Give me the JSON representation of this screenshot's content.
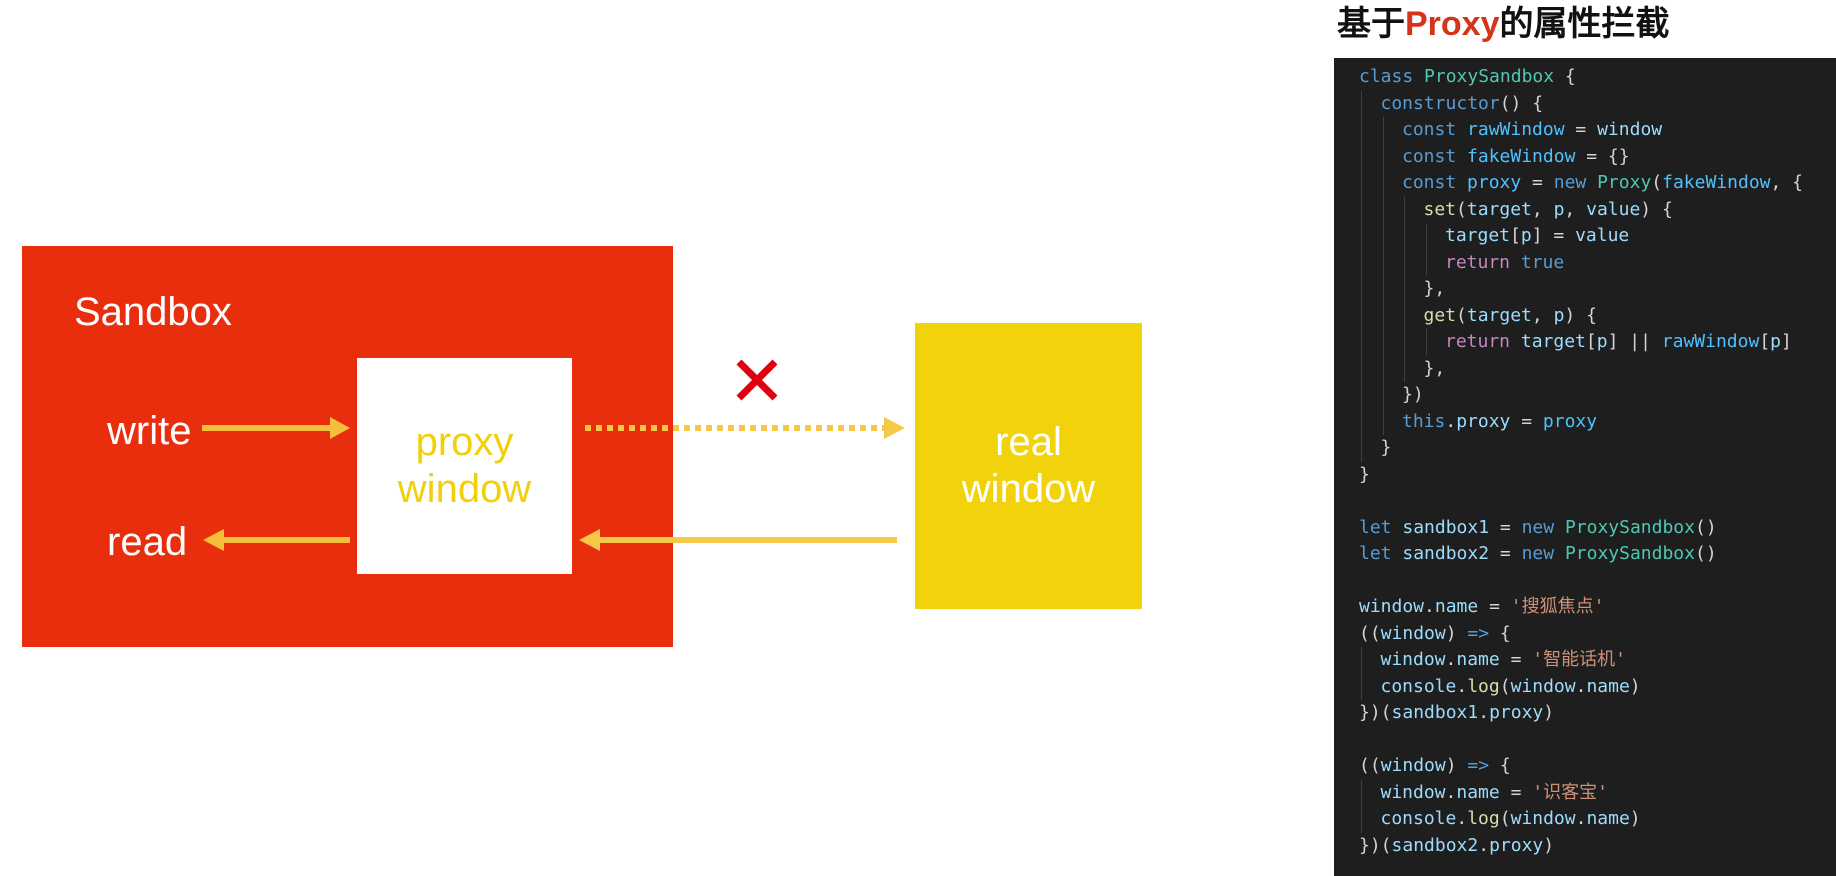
{
  "diagram": {
    "sandbox_label": "Sandbox",
    "write_label": "write",
    "read_label": "read",
    "proxy_window_label": "proxy\nwindow",
    "real_window_label": "real\nwindow",
    "blocked_mark": "✕",
    "colors": {
      "sandbox": "#e92e0e",
      "yellow": "#f2d30b",
      "arrow": "#f5bf3c",
      "blocked": "#e0000f"
    }
  },
  "heading": {
    "prefix": "基于",
    "accent": "Proxy",
    "suffix": "的属性拦截"
  },
  "code": {
    "lines": [
      {
        "indent": 0,
        "tokens": [
          [
            "kw",
            "class"
          ],
          [
            "p",
            " "
          ],
          [
            "cls",
            "ProxySandbox"
          ],
          [
            "p",
            " {"
          ]
        ]
      },
      {
        "indent": 1,
        "tokens": [
          [
            "kw",
            "constructor"
          ],
          [
            "p",
            "() {"
          ]
        ]
      },
      {
        "indent": 2,
        "tokens": [
          [
            "kw",
            "const"
          ],
          [
            "p",
            " "
          ],
          [
            "var",
            "rawWindow"
          ],
          [
            "p",
            " = "
          ],
          [
            "prop",
            "window"
          ]
        ]
      },
      {
        "indent": 2,
        "tokens": [
          [
            "kw",
            "const"
          ],
          [
            "p",
            " "
          ],
          [
            "var",
            "fakeWindow"
          ],
          [
            "p",
            " = {}"
          ]
        ]
      },
      {
        "indent": 2,
        "tokens": [
          [
            "kw",
            "const"
          ],
          [
            "p",
            " "
          ],
          [
            "var",
            "proxy"
          ],
          [
            "p",
            " = "
          ],
          [
            "kw",
            "new"
          ],
          [
            "p",
            " "
          ],
          [
            "cls",
            "Proxy"
          ],
          [
            "p",
            "("
          ],
          [
            "var",
            "fakeWindow"
          ],
          [
            "p",
            ", {"
          ]
        ]
      },
      {
        "indent": 3,
        "tokens": [
          [
            "fn",
            "set"
          ],
          [
            "p",
            "("
          ],
          [
            "prop",
            "target"
          ],
          [
            "p",
            ", "
          ],
          [
            "prop",
            "p"
          ],
          [
            "p",
            ", "
          ],
          [
            "prop",
            "value"
          ],
          [
            "p",
            ") {"
          ]
        ]
      },
      {
        "indent": 4,
        "tokens": [
          [
            "prop",
            "target"
          ],
          [
            "p",
            "["
          ],
          [
            "prop",
            "p"
          ],
          [
            "p",
            "] = "
          ],
          [
            "prop",
            "value"
          ]
        ]
      },
      {
        "indent": 4,
        "tokens": [
          [
            "ctl",
            "return"
          ],
          [
            "p",
            " "
          ],
          [
            "kw",
            "true"
          ]
        ]
      },
      {
        "indent": 3,
        "tokens": [
          [
            "p",
            "},"
          ]
        ]
      },
      {
        "indent": 3,
        "tokens": [
          [
            "fn",
            "get"
          ],
          [
            "p",
            "("
          ],
          [
            "prop",
            "target"
          ],
          [
            "p",
            ", "
          ],
          [
            "prop",
            "p"
          ],
          [
            "p",
            ") {"
          ]
        ]
      },
      {
        "indent": 4,
        "tokens": [
          [
            "ctl",
            "return"
          ],
          [
            "p",
            " "
          ],
          [
            "prop",
            "target"
          ],
          [
            "p",
            "["
          ],
          [
            "prop",
            "p"
          ],
          [
            "p",
            "] || "
          ],
          [
            "var",
            "rawWindow"
          ],
          [
            "p",
            "["
          ],
          [
            "prop",
            "p"
          ],
          [
            "p",
            "]"
          ]
        ]
      },
      {
        "indent": 3,
        "tokens": [
          [
            "p",
            "},"
          ]
        ]
      },
      {
        "indent": 2,
        "tokens": [
          [
            "p",
            "})"
          ]
        ]
      },
      {
        "indent": 2,
        "tokens": [
          [
            "kw",
            "this"
          ],
          [
            "p",
            "."
          ],
          [
            "prop",
            "proxy"
          ],
          [
            "p",
            " = "
          ],
          [
            "var",
            "proxy"
          ]
        ]
      },
      {
        "indent": 1,
        "tokens": [
          [
            "p",
            "}"
          ]
        ]
      },
      {
        "indent": 0,
        "tokens": [
          [
            "p",
            "}"
          ]
        ]
      },
      {
        "indent": 0,
        "tokens": []
      },
      {
        "indent": 0,
        "tokens": [
          [
            "kw",
            "let"
          ],
          [
            "p",
            " "
          ],
          [
            "prop",
            "sandbox1"
          ],
          [
            "p",
            " = "
          ],
          [
            "kw",
            "new"
          ],
          [
            "p",
            " "
          ],
          [
            "cls",
            "ProxySandbox"
          ],
          [
            "p",
            "()"
          ]
        ]
      },
      {
        "indent": 0,
        "tokens": [
          [
            "kw",
            "let"
          ],
          [
            "p",
            " "
          ],
          [
            "prop",
            "sandbox2"
          ],
          [
            "p",
            " = "
          ],
          [
            "kw",
            "new"
          ],
          [
            "p",
            " "
          ],
          [
            "cls",
            "ProxySandbox"
          ],
          [
            "p",
            "()"
          ]
        ]
      },
      {
        "indent": 0,
        "tokens": []
      },
      {
        "indent": 0,
        "tokens": [
          [
            "prop",
            "window"
          ],
          [
            "p",
            "."
          ],
          [
            "prop",
            "name"
          ],
          [
            "p",
            " = "
          ],
          [
            "str",
            "'搜狐焦点'"
          ]
        ]
      },
      {
        "indent": 0,
        "tokens": [
          [
            "p",
            "(("
          ],
          [
            "prop",
            "window"
          ],
          [
            "p",
            ") "
          ],
          [
            "kw",
            "=>"
          ],
          [
            "p",
            " {"
          ]
        ]
      },
      {
        "indent": 1,
        "tokens": [
          [
            "prop",
            "window"
          ],
          [
            "p",
            "."
          ],
          [
            "prop",
            "name"
          ],
          [
            "p",
            " = "
          ],
          [
            "str",
            "'智能话机'"
          ]
        ]
      },
      {
        "indent": 1,
        "tokens": [
          [
            "prop",
            "console"
          ],
          [
            "p",
            "."
          ],
          [
            "fn",
            "log"
          ],
          [
            "p",
            "("
          ],
          [
            "prop",
            "window"
          ],
          [
            "p",
            "."
          ],
          [
            "prop",
            "name"
          ],
          [
            "p",
            ")"
          ]
        ]
      },
      {
        "indent": 0,
        "tokens": [
          [
            "p",
            "})("
          ],
          [
            "prop",
            "sandbox1"
          ],
          [
            "p",
            "."
          ],
          [
            "prop",
            "proxy"
          ],
          [
            "p",
            ")"
          ]
        ]
      },
      {
        "indent": 0,
        "tokens": []
      },
      {
        "indent": 0,
        "tokens": [
          [
            "p",
            "(("
          ],
          [
            "prop",
            "window"
          ],
          [
            "p",
            ") "
          ],
          [
            "kw",
            "=>"
          ],
          [
            "p",
            " {"
          ]
        ]
      },
      {
        "indent": 1,
        "tokens": [
          [
            "prop",
            "window"
          ],
          [
            "p",
            "."
          ],
          [
            "prop",
            "name"
          ],
          [
            "p",
            " = "
          ],
          [
            "str",
            "'识客宝'"
          ]
        ]
      },
      {
        "indent": 1,
        "tokens": [
          [
            "prop",
            "console"
          ],
          [
            "p",
            "."
          ],
          [
            "fn",
            "log"
          ],
          [
            "p",
            "("
          ],
          [
            "prop",
            "window"
          ],
          [
            "p",
            "."
          ],
          [
            "prop",
            "name"
          ],
          [
            "p",
            ")"
          ]
        ]
      },
      {
        "indent": 0,
        "tokens": [
          [
            "p",
            "})("
          ],
          [
            "prop",
            "sandbox2"
          ],
          [
            "p",
            "."
          ],
          [
            "prop",
            "proxy"
          ],
          [
            "p",
            ")"
          ]
        ]
      }
    ]
  }
}
